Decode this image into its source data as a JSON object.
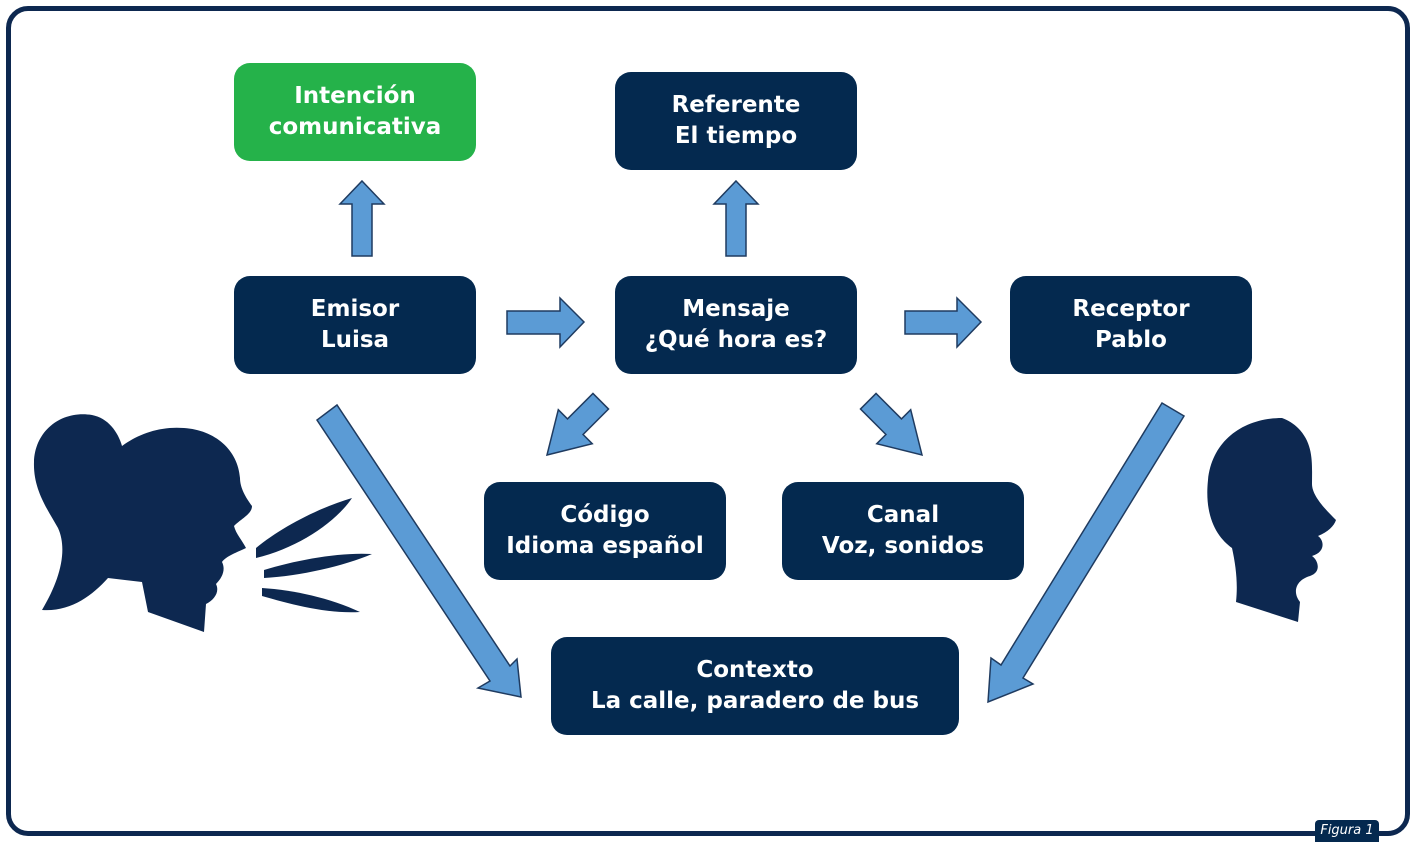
{
  "diagram": {
    "nodes": {
      "intencion": {
        "line1": "Intención",
        "line2": "comunicativa"
      },
      "referente": {
        "line1": "Referente",
        "line2": "El tiempo"
      },
      "emisor": {
        "line1": "Emisor",
        "line2": "Luisa"
      },
      "mensaje": {
        "line1": "Mensaje",
        "line2": "¿Qué hora es?"
      },
      "receptor": {
        "line1": "Receptor",
        "line2": "Pablo"
      },
      "codigo": {
        "line1": "Código",
        "line2": "Idioma español"
      },
      "canal": {
        "line1": "Canal",
        "line2": "Voz, sonidos"
      },
      "contexto": {
        "line1": "Contexto",
        "line2": "La calle, paradero de bus"
      }
    },
    "edges": [
      {
        "from": "emisor",
        "to": "intencion"
      },
      {
        "from": "mensaje",
        "to": "referente"
      },
      {
        "from": "emisor",
        "to": "mensaje"
      },
      {
        "from": "mensaje",
        "to": "receptor"
      },
      {
        "from": "mensaje",
        "to": "codigo"
      },
      {
        "from": "mensaje",
        "to": "canal"
      },
      {
        "from": "emisor",
        "to": "contexto"
      },
      {
        "from": "receptor",
        "to": "contexto"
      }
    ],
    "figures": {
      "left": "woman-speaking-silhouette",
      "right": "man-head-silhouette"
    },
    "colors": {
      "node": "#04294f",
      "highlight": "#25b24a",
      "arrow": "#5b9bd5",
      "frame": "#0d2850"
    },
    "caption": "Figura 1"
  }
}
